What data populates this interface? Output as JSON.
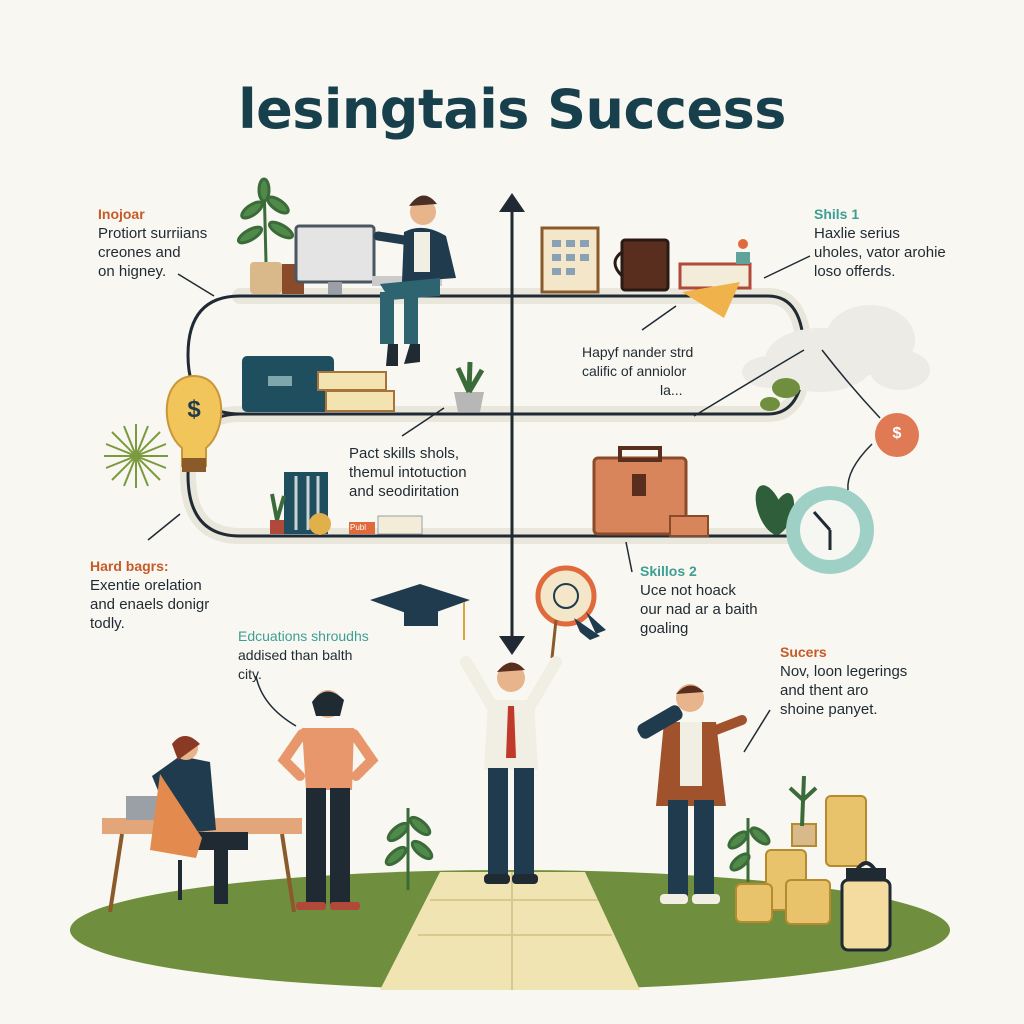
{
  "title": "lesingtais Success",
  "callouts": {
    "top_left": {
      "heading": "Inojoar",
      "lines": [
        "Protiort surriians",
        "creones and",
        "on higney."
      ]
    },
    "top_right": {
      "heading": "Shils 1",
      "lines": [
        "Haxlie serius",
        "uholes, vator arohie",
        "loso offerds."
      ]
    },
    "mid_right": {
      "lines": [
        "Hapyf nander strd",
        "calific of anniolor",
        "la..."
      ]
    },
    "center": {
      "lines": [
        "Pact skills shols,",
        "themul intotuction",
        "and seodiritation"
      ]
    },
    "left": {
      "heading": "Hard bagrs:",
      "lines": [
        "Exentie orelation",
        "and enaels donigr",
        "todly."
      ]
    },
    "skills2": {
      "heading": "Skillos 2",
      "lines": [
        "Uce not hoack",
        "our nad ar a baith",
        "goaling"
      ]
    },
    "education": {
      "lines": [
        "Edcuations shroudhs",
        "addised than balth",
        "city."
      ]
    },
    "sucers": {
      "heading": "Sucers",
      "lines": [
        "Nov, loon legerings",
        "and thent aro",
        "shoine panyet."
      ]
    }
  },
  "icons": {
    "bulb_symbol": "$",
    "coin_symbol": "$",
    "book_label": "Publ"
  },
  "colors": {
    "title": "#173f4c",
    "accent_orange": "#c65b28",
    "accent_teal": "#3d9e94",
    "navy": "#1f3b4d",
    "road": "#f0e4b3",
    "grass": "#6f8f3e"
  }
}
